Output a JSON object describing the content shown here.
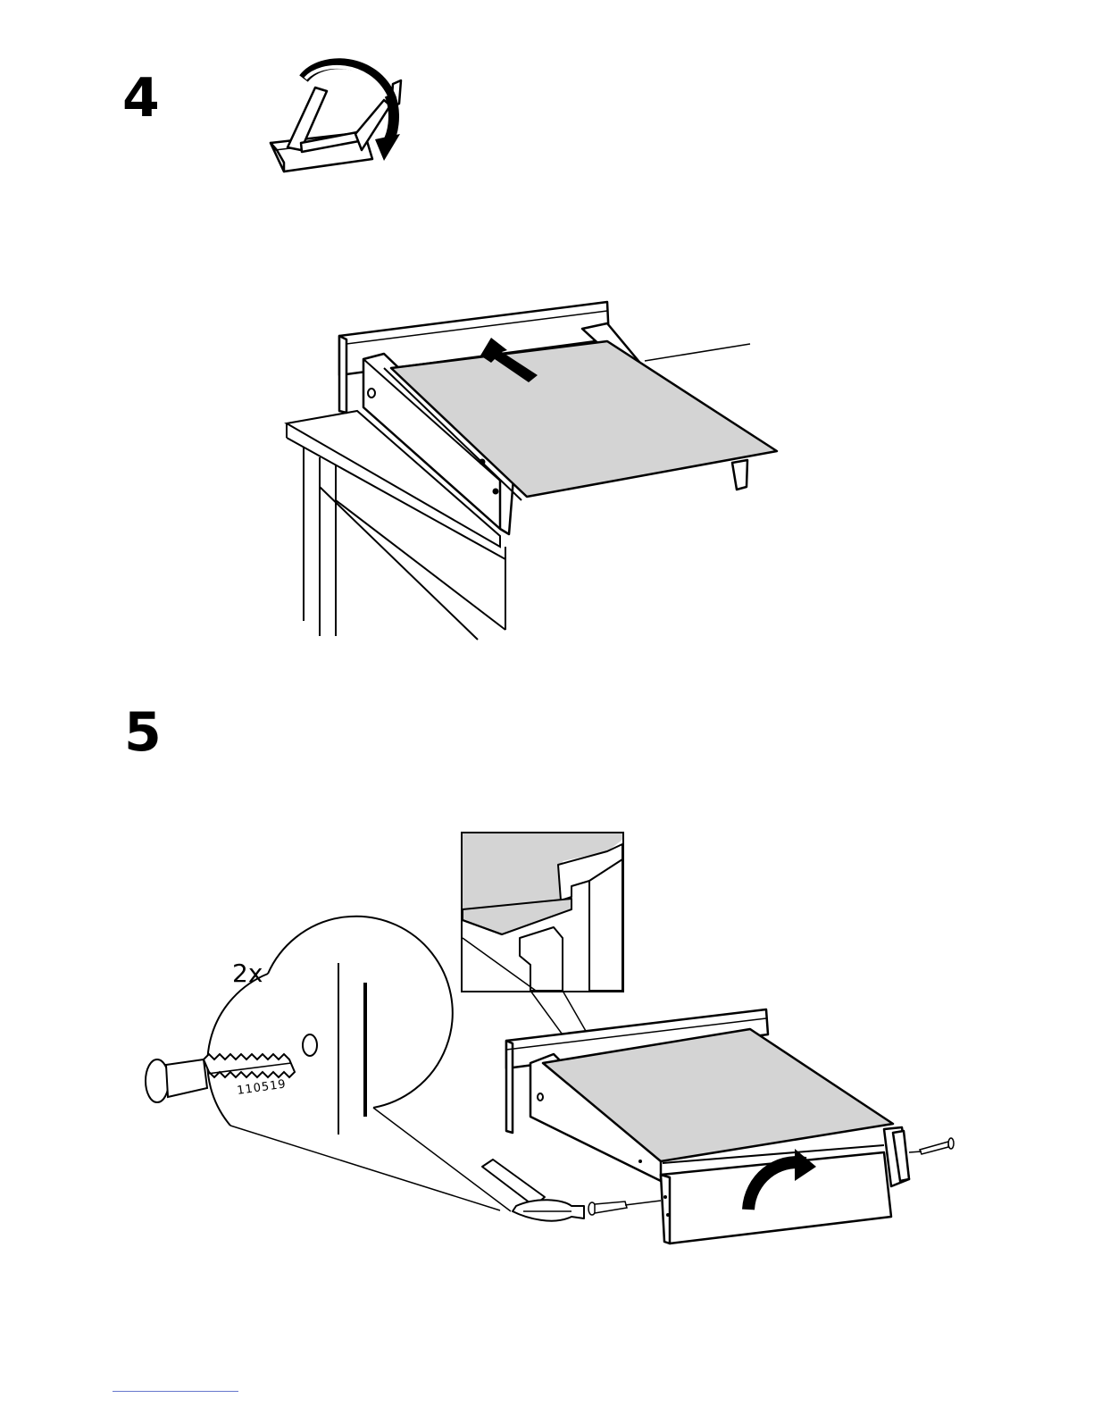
{
  "steps": [
    {
      "number": "4"
    },
    {
      "number": "5"
    }
  ],
  "callout": {
    "quantity": "2x",
    "part_number": "110519"
  },
  "colors": {
    "line": "#000000",
    "panel_fill": "#d4d4d4",
    "background": "#ffffff",
    "footer_rule": "#6677cc"
  },
  "icons": [
    "rotate-arrow-icon",
    "push-arrow-icon",
    "turn-arrow-icon",
    "hammer-icon",
    "dowel-icon",
    "nail-icon"
  ]
}
